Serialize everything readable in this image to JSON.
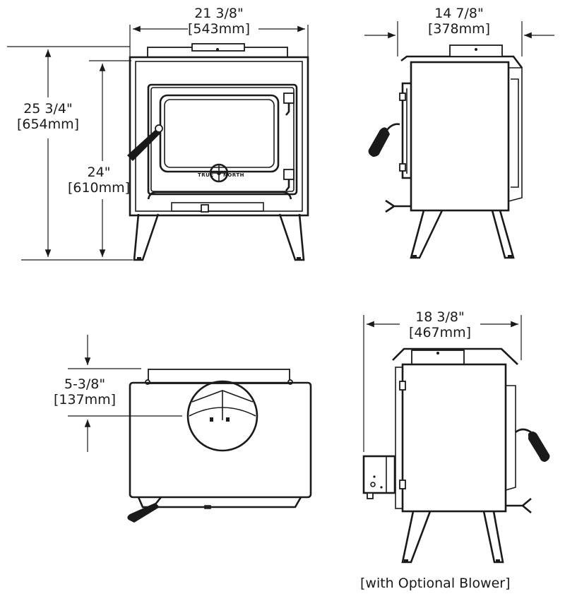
{
  "dimensions": {
    "front_width": {
      "imperial": "21 3/8\"",
      "metric": "[543mm]"
    },
    "side_depth": {
      "imperial": "14 7/8\"",
      "metric": "[378mm]"
    },
    "overall_height": {
      "imperial": "25 3/4\"",
      "metric": "[654mm]"
    },
    "body_height": {
      "imperial": "24\"",
      "metric": "[610mm]"
    },
    "flue_offset": {
      "imperial": "5-3/8\"",
      "metric": "[137mm]"
    },
    "blower_depth": {
      "imperial": "18 3/8\"",
      "metric": "[467mm]"
    }
  },
  "door_badge": {
    "left": "TRUE",
    "right": "NORTH"
  },
  "caption": "[with Optional Blower]"
}
